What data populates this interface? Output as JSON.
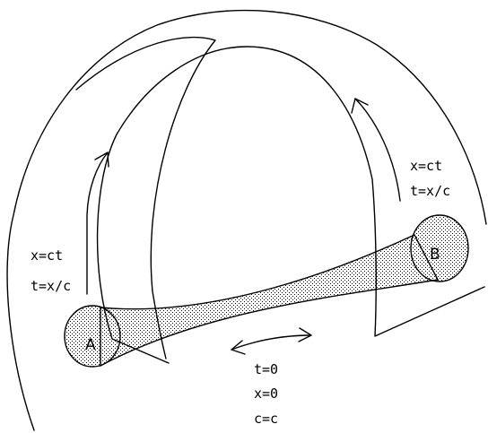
{
  "diagram": {
    "nodes": {
      "a": {
        "label": "A"
      },
      "b": {
        "label": "B"
      }
    },
    "left_labels": {
      "line1": "x=ct",
      "line2": "t=x/c"
    },
    "right_labels": {
      "line1": "x=ct",
      "line2": "t=x/c"
    },
    "bottom_labels": {
      "line1": "t=0",
      "line2": "x=0",
      "line3": "c=c"
    },
    "colors": {
      "ink": "#000000",
      "background": "#ffffff"
    }
  }
}
